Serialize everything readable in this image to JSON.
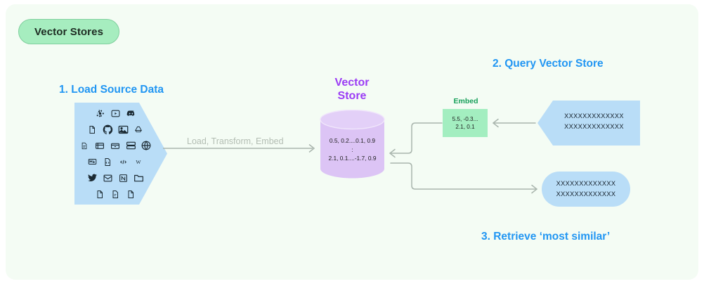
{
  "badge": {
    "label": "Vector Stores"
  },
  "colors": {
    "canvas": "#f4fcf4",
    "badge_fill": "#a6edbf",
    "heading_blue": "#2196f3",
    "vector_store_purple": "#9b3cf5",
    "cylinder_purple": "#dcc4f5",
    "embed_green": "#a3eec0",
    "embed_label_green": "#17a05a",
    "source_blue": "#b9ddf7",
    "arrow_gray": "#a9b5ad"
  },
  "steps": {
    "load": "1.  Load Source Data",
    "query": "2.  Query Vector Store",
    "retrieve": "3. Retrieve ‘most similar’"
  },
  "vector_store": {
    "title": "Vector\nStore",
    "contents": "0.5, 0.2....0.1, 0.9\n:\n2.1, 0.1....-1.7, 0.9"
  },
  "flow": {
    "label": "Load, Transform, Embed"
  },
  "embed": {
    "label": "Embed",
    "vector": "5.5, -0.3...\n2.1, 0.1"
  },
  "query_block": {
    "text": "XXXXXXXXXXXXX\nXXXXXXXXXXXXX"
  },
  "retrieve_block": {
    "text": "XXXXXXXXXXXXX\nXXXXXXXXXXXXX"
  },
  "source_icons": [
    [
      "slack-icon",
      "youtube-icon",
      "discord-icon"
    ],
    [
      "file-icon",
      "github-icon",
      "image-icon",
      "google-drive-icon"
    ],
    [
      "document-icon",
      "database-icon",
      "archive-icon",
      "server-icon",
      "globe-icon"
    ],
    [
      "markdown-icon",
      "code-file-icon",
      "html5-icon",
      "wikipedia-icon"
    ],
    [
      "twitter-icon",
      "email-icon",
      "notion-icon",
      "folder-icon"
    ],
    [
      "page-icon",
      "text-file-icon",
      "doc-icon"
    ]
  ]
}
